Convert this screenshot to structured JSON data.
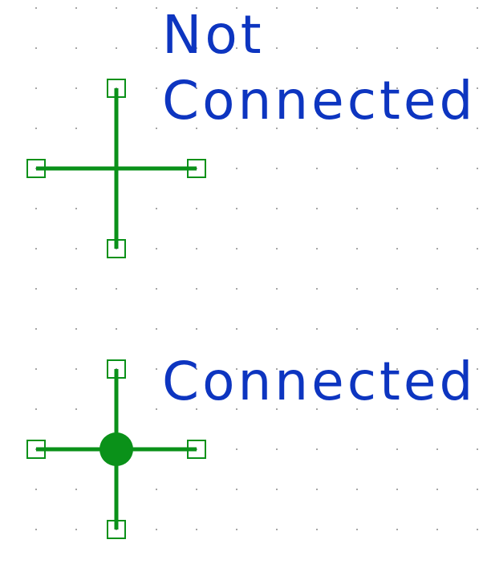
{
  "diagram": {
    "top_symbol": {
      "label_line1": "Not",
      "label_line2": "Connected"
    },
    "bottom_symbol": {
      "label": "Connected"
    },
    "colors": {
      "wire": "#0a9119",
      "label": "#0d35c0",
      "grid": "#8a8a8a",
      "background": "#ffffff"
    }
  }
}
